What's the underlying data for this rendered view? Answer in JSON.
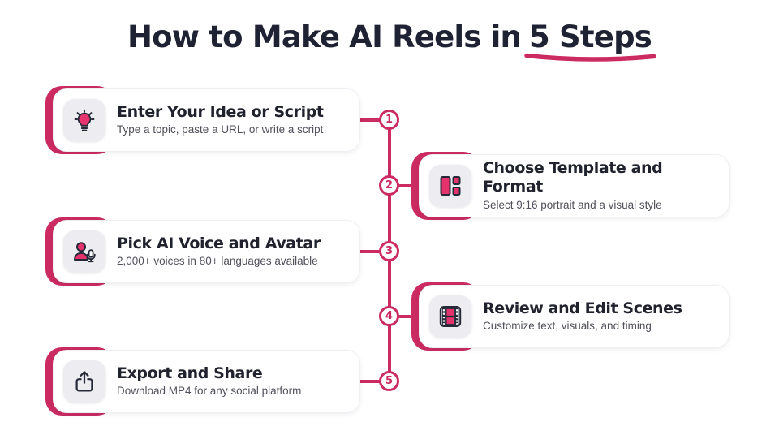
{
  "title": {
    "prefix": "How to Make AI Reels in",
    "highlight": "5 Steps"
  },
  "colors": {
    "background": "#ffffff",
    "accent_pink": "#cb2b61",
    "icon_pink": "#e5336d",
    "ink": "#20222e",
    "muted_text": "#50505b",
    "icon_tile_bg": "#ededf1"
  },
  "timeline": {
    "node_count": 5
  },
  "steps": [
    {
      "number": "1",
      "side": "left",
      "icon": "lightbulb-icon",
      "title": "Enter Your Idea or Script",
      "subtitle": "Type a topic, paste a URL, or write a script"
    },
    {
      "number": "2",
      "side": "right",
      "icon": "template-layout-icon",
      "title": "Choose Template and Format",
      "subtitle": "Select 9:16 portrait and a visual style"
    },
    {
      "number": "3",
      "side": "left",
      "icon": "voice-avatar-icon",
      "title": "Pick AI Voice and Avatar",
      "subtitle": "2,000+ voices in 80+ languages available"
    },
    {
      "number": "4",
      "side": "right",
      "icon": "film-strip-icon",
      "title": "Review and Edit Scenes",
      "subtitle": "Customize text, visuals, and timing"
    },
    {
      "number": "5",
      "side": "left",
      "icon": "export-share-icon",
      "title": "Export and Share",
      "subtitle": "Download MP4 for any social platform"
    }
  ]
}
